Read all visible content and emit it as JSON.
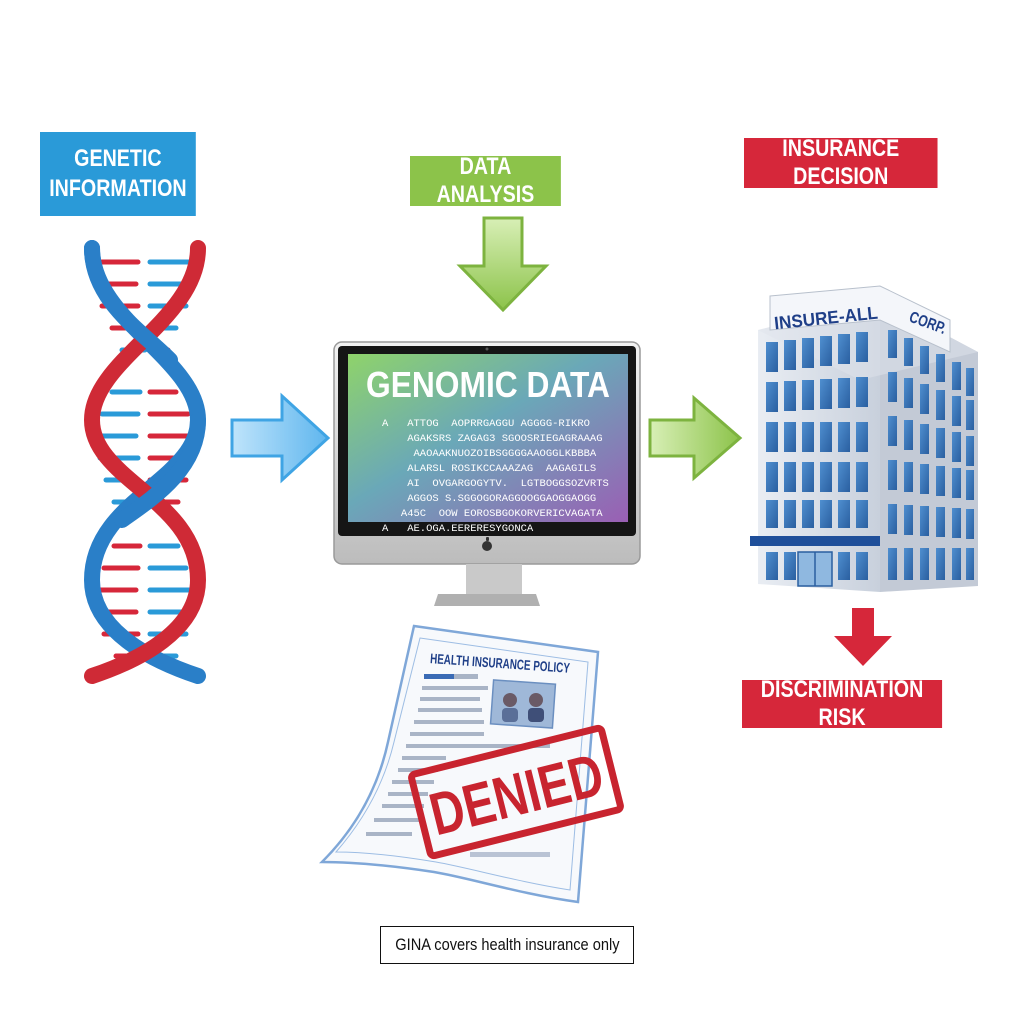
{
  "labels": {
    "genetic_information": "GENETIC INFORMATION",
    "data_analysis": "DATA ANALYSIS",
    "insurance_decision": "INSURANCE DECISION",
    "discrimination_risk": "DISCRIMINATION RISK"
  },
  "monitor": {
    "title": "GENOMIC DATA",
    "lines": [
      "A   ATTOG  AOPRRGAGGU AGGGG-RIKRO",
      "    AGAKSRS ZAGAG3 SGOOSRIEGAGRAAAG",
      "     AAOAAKNUOZOIBSGGGGAAOGGLKBBBA",
      "    ALARSL ROSIKCCAAAZAG  AAGAGILS",
      "    AI  OVGARGOGYTV.  LGTBOGGSOZVRTS",
      "    AGGOS S.SGGOGORAGGOOGGAOGGAOGG",
      "   A45C  OOW EOROSBGOKORVERICVAGATA",
      "A   AE.OGA.EERERESYGONCA"
    ],
    "logo_icon": "apple-logo-icon"
  },
  "building": {
    "sign_left": "INSURE-ALL",
    "sign_right": "CORP."
  },
  "document": {
    "title": "HEALTH INSURANCE POLICY",
    "stamp": "DENIED"
  },
  "note": "GINA covers health insurance only",
  "colors": {
    "blue": "#2a9ad8",
    "green": "#8cc34a",
    "red": "#d6273a"
  }
}
